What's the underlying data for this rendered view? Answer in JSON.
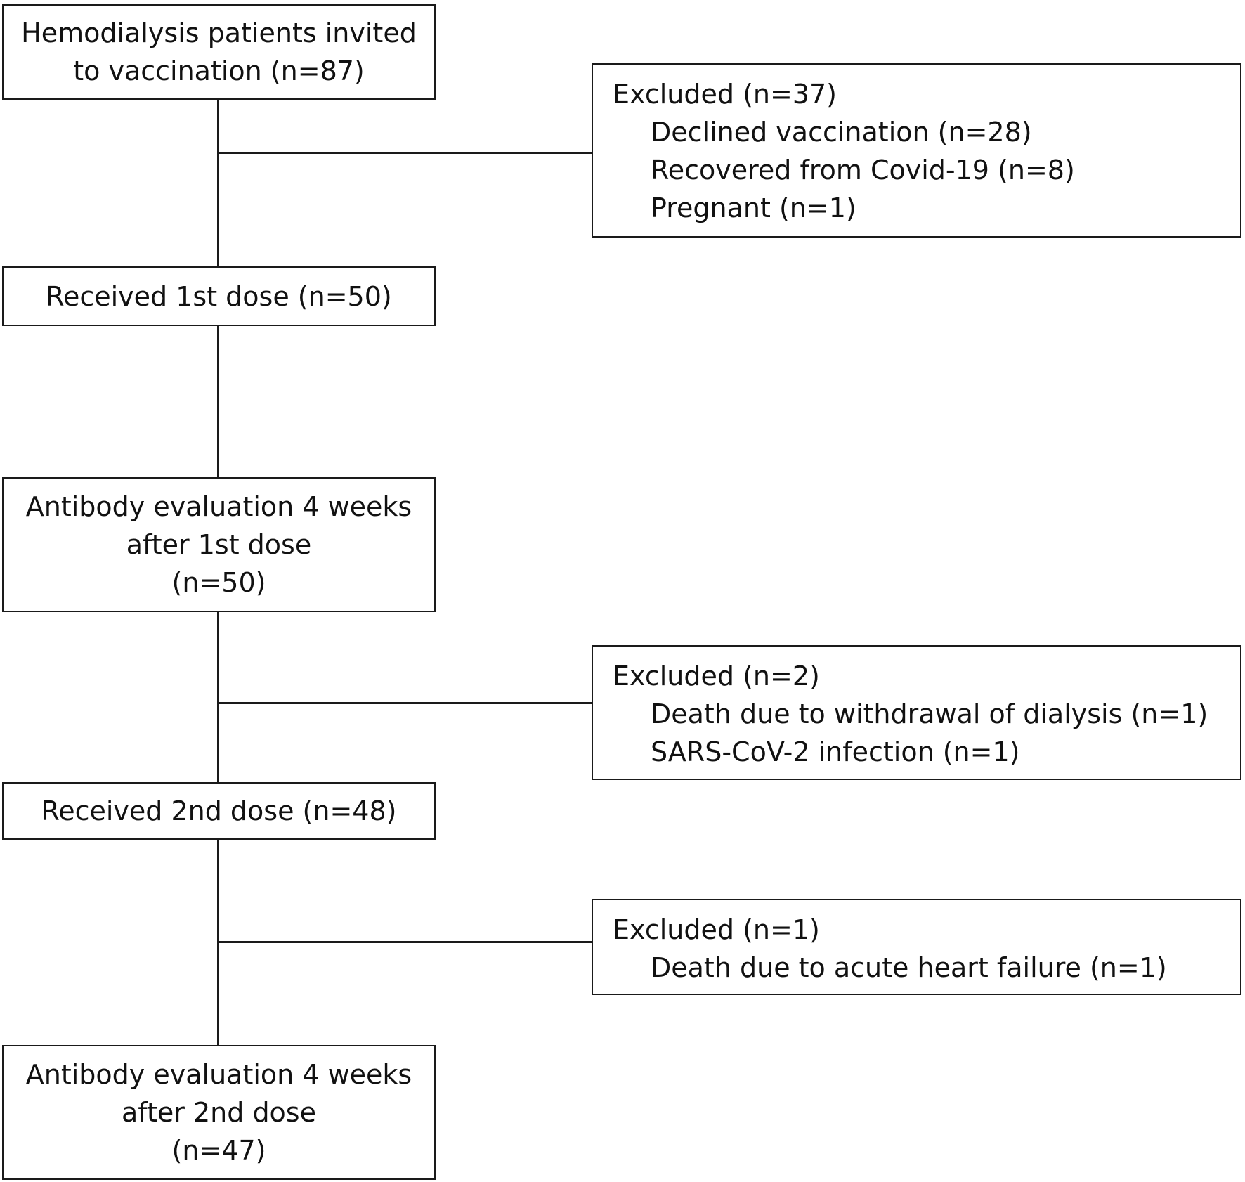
{
  "main_flow": [
    {
      "id": "invited",
      "lines": [
        "Hemodialysis patients invited",
        "to vaccination (n=87)"
      ]
    },
    {
      "id": "dose1",
      "lines": [
        "Received 1st dose (n=50)"
      ]
    },
    {
      "id": "eval1",
      "lines": [
        "Antibody  evaluation 4 weeks",
        "after 1st dose",
        "(n=50)"
      ]
    },
    {
      "id": "dose2",
      "lines": [
        "Received 2nd dose (n=48)"
      ]
    },
    {
      "id": "eval2",
      "lines": [
        "Antibody  evaluation 4 weeks",
        "after 2nd dose",
        "(n=47)"
      ]
    }
  ],
  "exclusions": [
    {
      "id": "excl1",
      "heading": "Excluded (n=37)",
      "items": [
        "Declined vaccination (n=28)",
        "Recovered from  Covid-19 (n=8)",
        "Pregnant (n=1)"
      ]
    },
    {
      "id": "excl2",
      "heading": "Excluded (n=2)",
      "items": [
        "Death due to withdrawal  of dialysis (n=1)",
        "SARS-CoV-2 infection (n=1)"
      ]
    },
    {
      "id": "excl3",
      "heading": "Excluded (n=1)",
      "items": [
        "Death due to acute heart failure (n=1)"
      ]
    }
  ]
}
